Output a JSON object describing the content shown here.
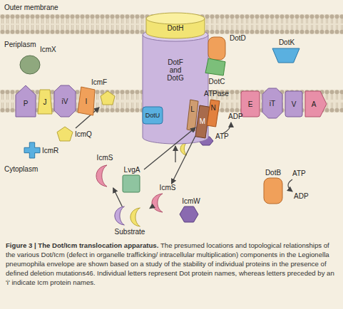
{
  "diagram": {
    "caption": "Figure 3 | The Dot/Icm translocation apparatus. The presumed locations and topological relationships of the various Dot/Icm (defect in organelle trafficking/ intracellular multiplication) components in the Legionella pneumophila envelope are shown based on a study of the stability of individual proteins in the presence of defined deletion mutations46. Individual letters represent Dot protein names, whereas letters preceded by an 'i' indicate Icm protein names.",
    "nodes": [
      {
        "text": [
          "DotH"
        ]
      },
      {
        "text": [
          "DotF and DotG"
        ]
      },
      {
        "text": [
          "DotD"
        ]
      },
      {
        "text": [
          "DotK"
        ]
      },
      {
        "text": [
          "IcmX"
        ]
      },
      {
        "text": [
          "DotC"
        ]
      },
      {
        "text": [
          "P"
        ]
      },
      {
        "text": [
          "J"
        ]
      },
      {
        "text": [
          "iV"
        ]
      },
      {
        "text": [
          "I"
        ]
      },
      {
        "text": [
          "DotU"
        ]
      },
      {
        "text": [
          "L"
        ]
      },
      {
        "text": [
          "M"
        ]
      },
      {
        "text": [
          "N"
        ]
      },
      {
        "text": [
          "E"
        ]
      },
      {
        "text": [
          "iT"
        ]
      },
      {
        "text": [
          "V"
        ]
      },
      {
        "text": [
          "A"
        ]
      },
      {
        "text": [
          "IcmQ"
        ]
      },
      {
        "text": [
          "IcmR"
        ]
      },
      {
        "text": [
          "IcmS"
        ]
      },
      {
        "text": [
          "LvgA"
        ]
      },
      {
        "text": [
          "IcmS"
        ]
      },
      {
        "text": [
          "IcmW"
        ]
      },
      {
        "text": [
          "DotB"
        ]
      },
      {
        "text": [
          "Substrate"
        ]
      }
    ],
    "edges": [
      {
        "from": 25,
        "to": 20,
        "arrow": "to"
      },
      {
        "from": 25,
        "to": 22,
        "arrow": "to"
      },
      {
        "from": 21,
        "to": 12,
        "arrow": "to"
      },
      {
        "from": 12,
        "to": 22,
        "arrow": "to"
      }
    ],
    "labels": [
      "Outer membrane",
      "Periplasm",
      "IcmF",
      "ATPase",
      "ADP",
      "ATP",
      "Cytoplasm",
      "ATP",
      "ADP"
    ]
  }
}
